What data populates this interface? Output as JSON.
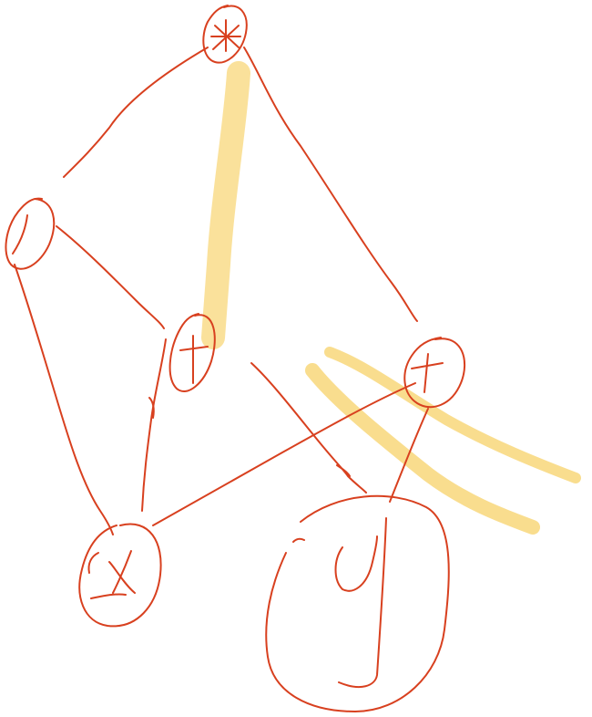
{
  "canvas": {
    "background": "#ffffff"
  },
  "colors": {
    "ink": "#d8401f",
    "highlight": "#f8d77a"
  },
  "nodes": [
    {
      "id": "top-node",
      "label": "*"
    },
    {
      "id": "left-node",
      "label": ""
    },
    {
      "id": "middle-node",
      "label": "+"
    },
    {
      "id": "right-node",
      "label": "+"
    },
    {
      "id": "x-node",
      "label": "x"
    },
    {
      "id": "y-node",
      "label": "y"
    }
  ],
  "edges": [
    {
      "from": "top-node",
      "to": "left-node"
    },
    {
      "from": "top-node",
      "to": "right-node"
    },
    {
      "from": "left-node",
      "to": "middle-node"
    },
    {
      "from": "left-node",
      "to": "x-node"
    },
    {
      "from": "middle-node",
      "to": "x-node"
    },
    {
      "from": "middle-node",
      "to": "y-node"
    },
    {
      "from": "right-node",
      "to": "x-node"
    },
    {
      "from": "right-node",
      "to": "y-node"
    }
  ],
  "highlights": [
    {
      "id": "highlight-top-middle"
    },
    {
      "id": "highlight-right-upper"
    },
    {
      "id": "highlight-right-lower"
    }
  ]
}
